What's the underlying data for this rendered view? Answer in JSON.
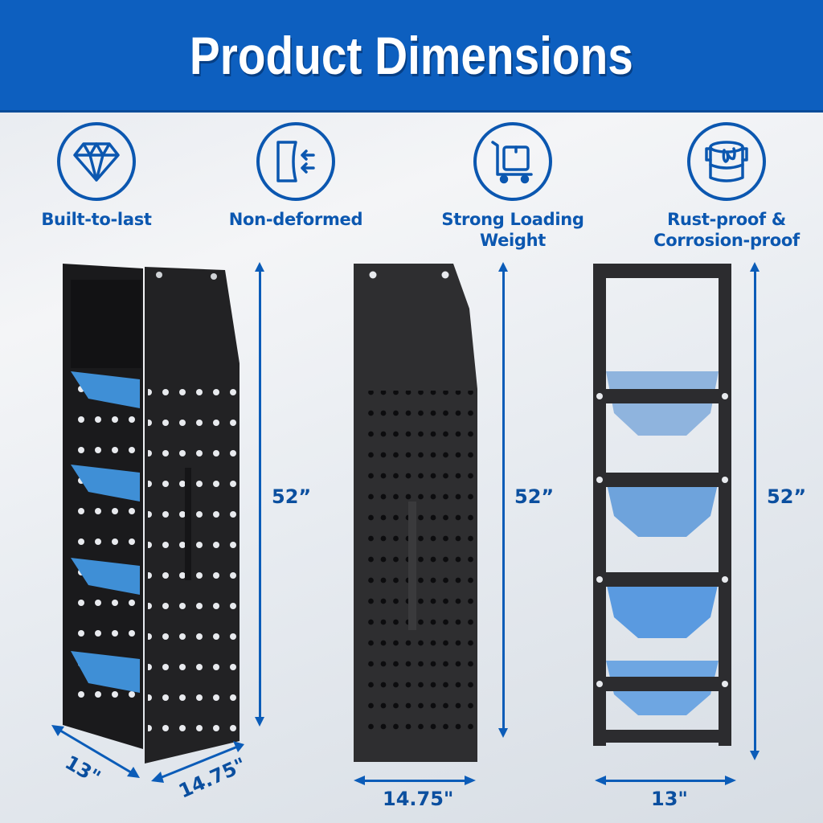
{
  "header": {
    "title": "Product Dimensions",
    "background": "#0d5fbf"
  },
  "features": [
    {
      "label": "Built-to-last",
      "icon": "diamond-icon"
    },
    {
      "label": "Non-deformed",
      "icon": "compression-panel-icon"
    },
    {
      "label_line1": "Strong Loading",
      "label_line2": "Weight",
      "icon": "hand-truck-box-icon"
    },
    {
      "label_line1": "Rust-proof &",
      "label_line2": "Corrosion-proof",
      "icon": "paint-bucket-icon"
    }
  ],
  "views": {
    "angled": {
      "height": "52”",
      "depth": "13\"",
      "width": "14.75\""
    },
    "side": {
      "height": "52”",
      "width": "14.75\""
    },
    "front": {
      "height": "52”",
      "width": "13\""
    }
  },
  "colors": {
    "accent": "#0b57b0",
    "bin_blue": "#3f8fd6",
    "frame_black": "#1c1c1e"
  }
}
